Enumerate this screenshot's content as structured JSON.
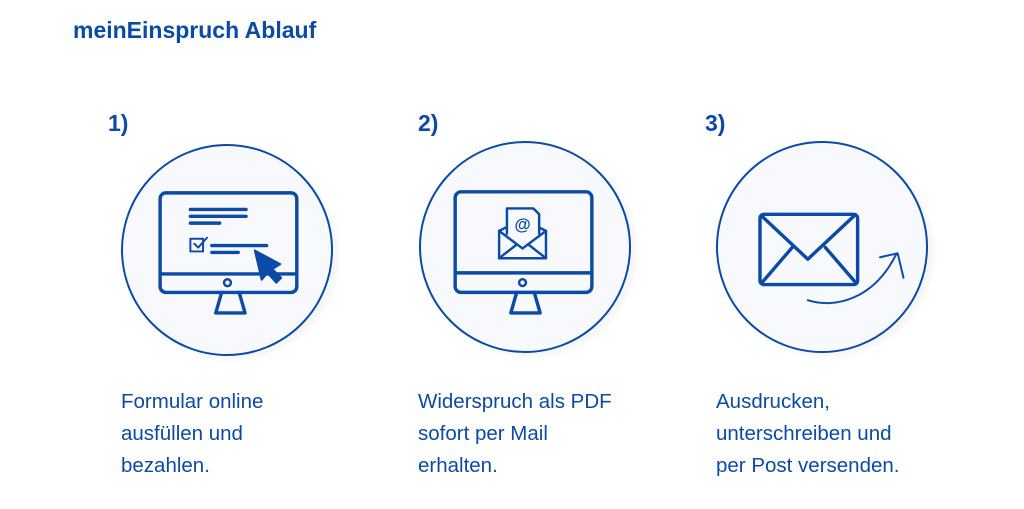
{
  "title": "meinEinspruch Ablauf",
  "steps": [
    {
      "number": "1)",
      "icon": "monitor-form-icon",
      "text": "Formular online\nausfüllen und\nbezahlen."
    },
    {
      "number": "2)",
      "icon": "monitor-email-icon",
      "text": "Widerspruch als PDF\nsofort per Mail\nerhalten."
    },
    {
      "number": "3)",
      "icon": "envelope-send-icon",
      "text": "Ausdrucken,\nunterschreiben und\nper Post versenden."
    }
  ],
  "colors": {
    "primary": "#0b4aa6",
    "circle_fill": "#f7f9fc"
  }
}
